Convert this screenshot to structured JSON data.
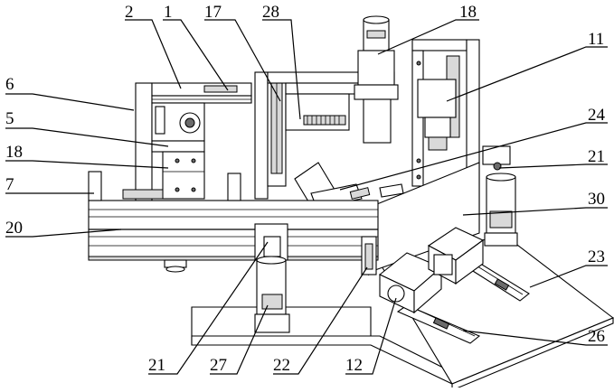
{
  "figure": {
    "labels": {
      "l2": "2",
      "l1": "1",
      "l17": "17",
      "l28": "28",
      "l18_top": "18",
      "l11": "11",
      "l6": "6",
      "l5": "5",
      "l18_left": "18",
      "l24": "24",
      "l21_right": "21",
      "l7": "7",
      "l30": "30",
      "l20": "20",
      "l23": "23",
      "l26": "26",
      "l21_bottom": "21",
      "l27": "27",
      "l22": "22",
      "l12": "12"
    }
  }
}
